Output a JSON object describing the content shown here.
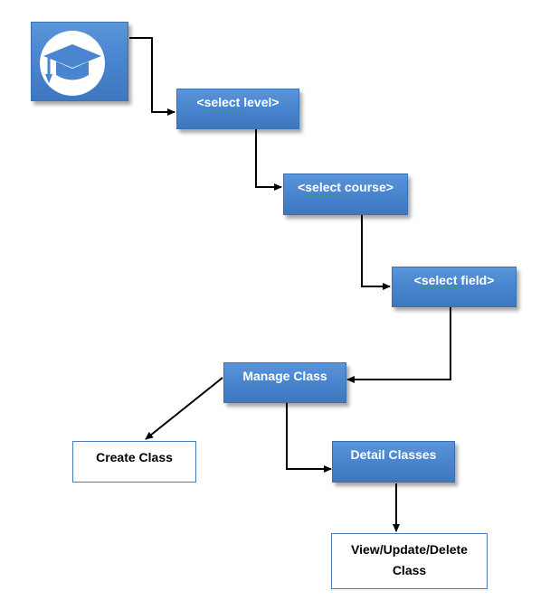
{
  "diagram": {
    "logo": {
      "icon": "graduation-cap-icon"
    },
    "select_level": {
      "prefix": "<",
      "word": "select",
      "rest": " level>"
    },
    "select_course": {
      "prefix": "<",
      "word": "select",
      "rest": " course>"
    },
    "select_field": {
      "prefix": "<",
      "word": "select",
      "rest": " field>"
    },
    "manage_class": "Manage Class",
    "create_class": "Create Class",
    "detail_classes": "Detail Classes",
    "view_update_delete": {
      "line1": "View/Update/Delete",
      "line2": "Class"
    }
  },
  "colors": {
    "box_fill": "#4a86cf",
    "box_border": "#3a6fb0",
    "plain_border": "#4a7ab8",
    "arrow": "#000000"
  }
}
